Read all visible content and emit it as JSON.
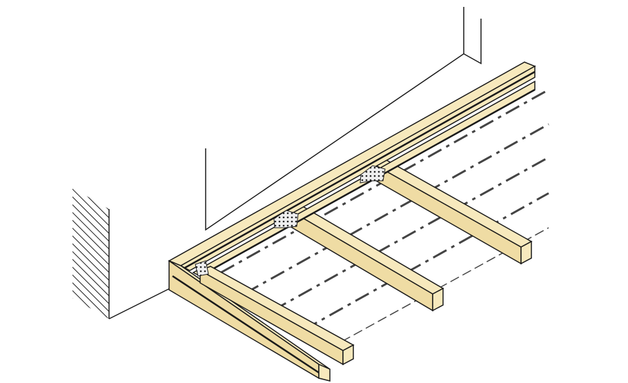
{
  "colors": {
    "background": "#ffffff",
    "timber": "#f7e9bd",
    "timber_side": "#efdca4",
    "line": "#1a1a1a",
    "dash": "#444444",
    "bracket": "#e8e8e8"
  },
  "parts": {
    "wall": "wall-outline",
    "hatched_wall": "hatched-wall-section",
    "ledger": "ledger-beam",
    "joists": [
      "joist-middle",
      "joist-right"
    ],
    "rim": [
      "rim-beam-outer",
      "rim-beam-inner"
    ],
    "brackets": [
      "joist-hanger-left",
      "joist-hanger-middle",
      "joist-hanger-right"
    ],
    "guidelines": "dash-dot-layout-lines"
  }
}
